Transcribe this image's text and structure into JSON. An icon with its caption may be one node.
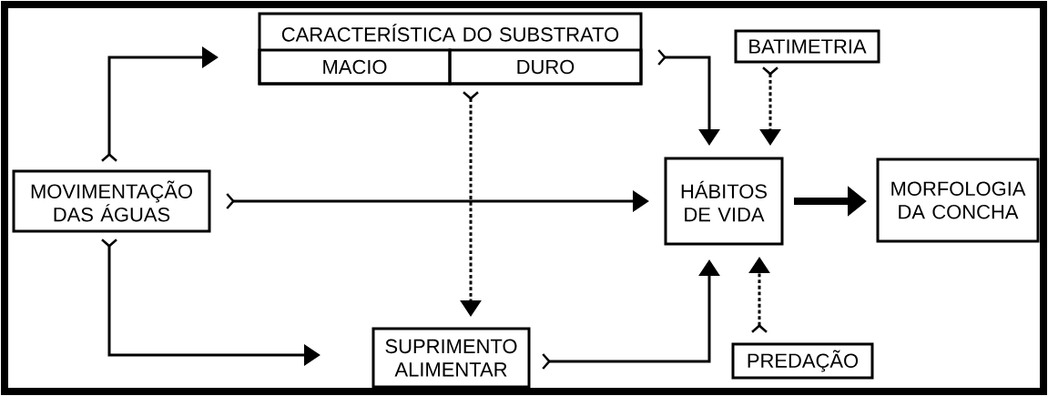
{
  "diagram": {
    "nodes": [
      {
        "text": [
          "CARACTERÍSTICA DO SUBSTRATO"
        ]
      },
      {
        "text": [
          "MACIO"
        ],
        "in": 0
      },
      {
        "text": [
          "DURO"
        ],
        "in": 0
      },
      {
        "text": [
          "BATIMETRIA"
        ]
      },
      {
        "text": [
          "MOVIMENTAÇÃO DAS ÁGUAS"
        ]
      },
      {
        "text": [
          "HÁBITOS DE VIDA"
        ]
      },
      {
        "text": [
          "MORFOLOGIA DA CONCHA"
        ]
      },
      {
        "text": [
          "SUPRIMENTO ALIMENTAR"
        ]
      },
      {
        "text": [
          "PREDAÇÃO"
        ]
      }
    ],
    "edges": [
      {
        "from": 4,
        "to": 0,
        "arrow": "to"
      },
      {
        "from": 0,
        "to": 5,
        "arrow": "to"
      },
      {
        "from": 3,
        "to": 5,
        "arrow": "to",
        "style": "dashed"
      },
      {
        "from": 4,
        "to": 5,
        "arrow": "to"
      },
      {
        "from": 0,
        "to": 7,
        "arrow": "to",
        "style": "dashed"
      },
      {
        "from": 4,
        "to": 7,
        "arrow": "to"
      },
      {
        "from": 7,
        "to": 5,
        "arrow": "to"
      },
      {
        "from": 8,
        "to": 5,
        "arrow": "to",
        "style": "dashed"
      },
      {
        "from": 5,
        "to": 6,
        "arrow": "to",
        "style": "thick"
      }
    ]
  }
}
